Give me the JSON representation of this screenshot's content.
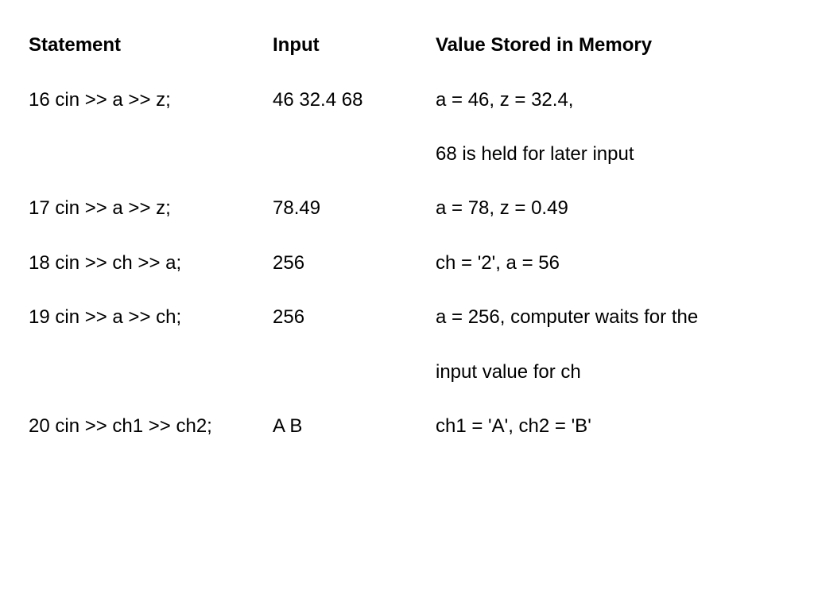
{
  "table": {
    "headers": {
      "statement": "Statement",
      "input": "Input",
      "value": "Value Stored in Memory"
    },
    "rows": [
      {
        "statement": "16 cin >> a >> z;",
        "input": "46 32.4 68",
        "value": "a = 46, z = 32.4,"
      },
      {
        "statement": "",
        "input": "",
        "value": "68 is held for later input"
      },
      {
        "statement": "17 cin >> a >> z;",
        "input": "78.49",
        "value": "a = 78, z = 0.49"
      },
      {
        "statement": "18 cin >> ch >> a;",
        "input": "256",
        "value": "ch = '2', a = 56"
      },
      {
        "statement": "19 cin >> a >> ch;",
        "input": "256",
        "value": "a = 256, computer waits for the"
      },
      {
        "statement": "",
        "input": "",
        "value": "input value for ch"
      },
      {
        "statement": "20 cin >> ch1 >> ch2;",
        "input": "A B",
        "value": "ch1 = 'A', ch2 = 'B'"
      }
    ]
  }
}
